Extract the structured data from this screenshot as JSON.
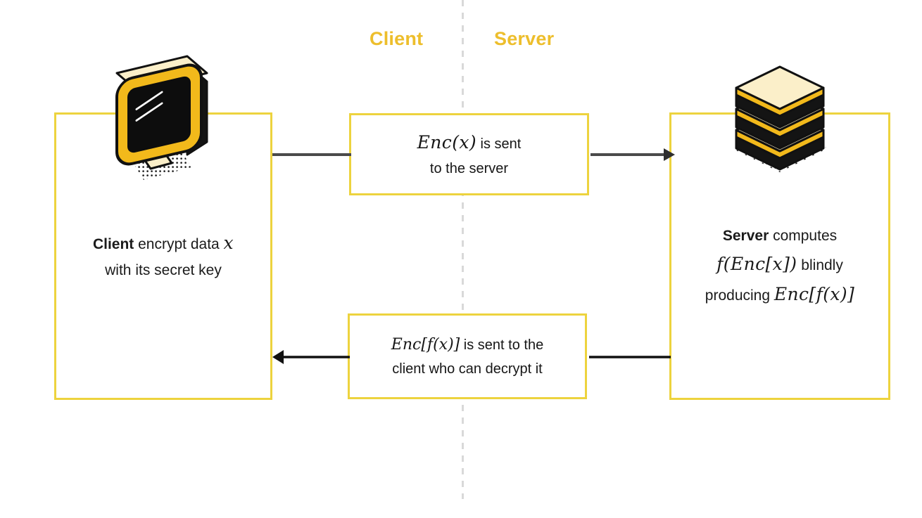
{
  "diagram": {
    "title": "Homomorphic encryption client-server flow",
    "colors": {
      "accent_yellow": "#EDD33E",
      "heading_yellow": "#EDBE2C",
      "cream": "#FBEFC9",
      "dark": "#1b1b1b",
      "divider_gray": "#d9d9d9",
      "arrow_gray": "#4a4a4a",
      "arrow_black": "#111111"
    },
    "columns": {
      "client_label": "Client",
      "server_label": "Server"
    },
    "client_panel": {
      "icon": "desktop-monitor-icon",
      "description_bold": "Client",
      "description_rest": " encrypt data ",
      "description_math": "x",
      "description_line2": "with its secret key"
    },
    "server_panel": {
      "icon": "server-stack-icon",
      "description_bold": "Server",
      "description_rest": " computes",
      "description_line2_math": "f(Enc[x])",
      "description_line2_rest": " blindly",
      "description_line3_rest": "producing ",
      "description_line3_math": "Enc[f(x)]"
    },
    "messages": [
      {
        "id": "message-to-server",
        "math": "Enc(x)",
        "text_after_math": " is sent",
        "line2": "to the server",
        "arrow_direction": "right",
        "arrow_color": "#4a4a4a"
      },
      {
        "id": "message-to-client",
        "math": "Enc[f(x)]",
        "text_after_math": " is sent to the",
        "line2": "client who can decrypt it",
        "arrow_direction": "left",
        "arrow_color": "#111111"
      }
    ]
  }
}
